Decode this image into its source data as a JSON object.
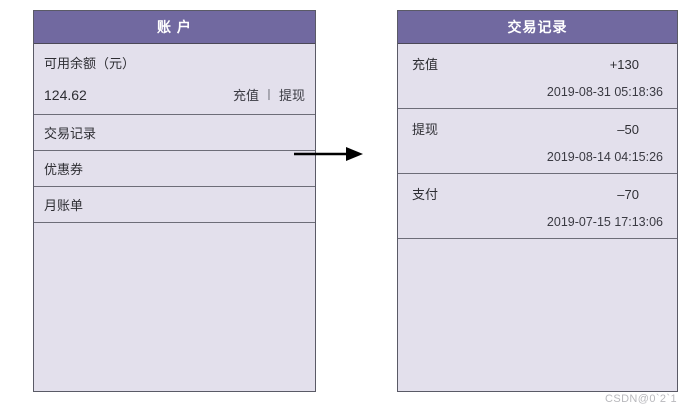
{
  "account_screen": {
    "title": "账  户",
    "balance_label": "可用余额（元）",
    "balance_value": "124.62",
    "action_recharge": "充值",
    "action_separator": "丨",
    "action_withdraw": "提现",
    "menu_items": [
      {
        "label": "交易记录"
      },
      {
        "label": "优惠券"
      },
      {
        "label": "月账单"
      }
    ]
  },
  "transaction_screen": {
    "title": "交易记录",
    "transactions": [
      {
        "type": "充值",
        "amount": "+130",
        "timestamp": "2019-08-31 05:18:36"
      },
      {
        "type": "提现",
        "amount": "–50",
        "timestamp": "2019-08-14 04:15:26"
      },
      {
        "type": "支付",
        "amount": "–70",
        "timestamp": "2019-07-15 17:13:06"
      }
    ]
  },
  "flow": {
    "arrow_direction": "right"
  },
  "watermark": {
    "text": "CSDN@0`2`1"
  },
  "colors": {
    "header_purple": "#7169A0",
    "panel_background": "#E3E0EC",
    "border": "#5A5A66",
    "divider": "#6D6D78",
    "text": "#2E2E33"
  }
}
